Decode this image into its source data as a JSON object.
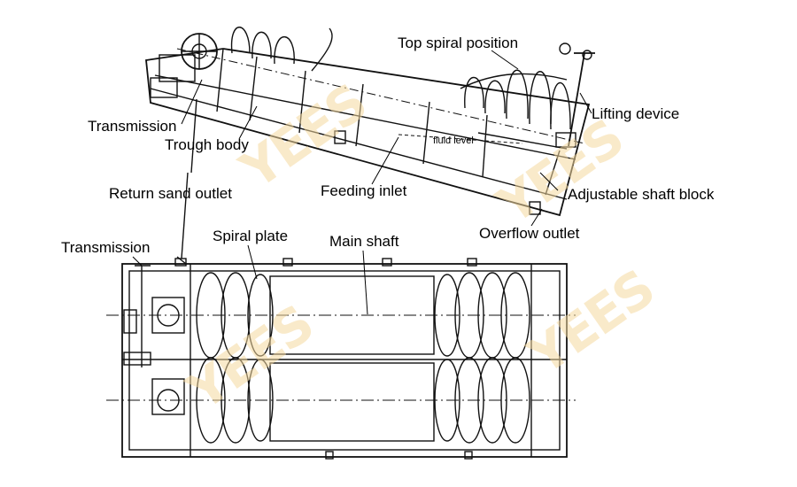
{
  "labels": {
    "top_spiral_position": "Top spiral position",
    "transmission_top": "Transmission",
    "lifting_device": "Lifting device",
    "trough_body": "Trough body",
    "fluid_level": "fluid level",
    "feeding_inlet": "Feeding inlet",
    "return_sand_outlet": "Return sand outlet",
    "adjustable_shaft_block": "Adjustable shaft block",
    "overflow_outlet": "Overflow outlet",
    "transmission_bottom": "Transmission",
    "spiral_plate": "Spiral plate",
    "main_shaft": "Main shaft"
  },
  "watermark": {
    "text": "YEES",
    "color": "#f5d9a0"
  }
}
